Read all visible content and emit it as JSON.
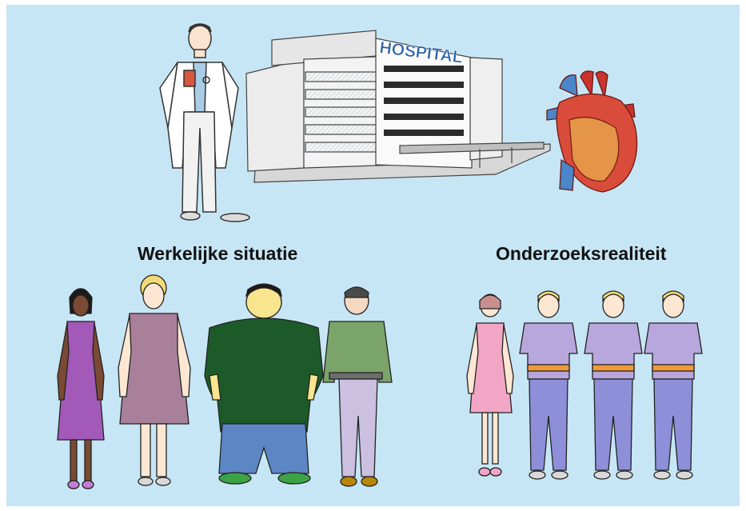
{
  "headings": {
    "left": "Werkelijke situatie",
    "right": "Onderzoeksrealiteit"
  },
  "hospital_sign": "HOSPITAL",
  "colors": {
    "background": "#c7e6f5",
    "sign_blue": "#2a5fa8",
    "heart_red": "#c9342f"
  },
  "icons": [
    "doctor-icon",
    "hospital-building-icon",
    "heart-icon"
  ],
  "groups": {
    "real_world": [
      "woman-dark-skin-purple-dress",
      "woman-blonde-mauve-dress",
      "obese-man-green-shirt",
      "older-man-green-shirt"
    ],
    "study_population": [
      "woman-pink-dress",
      "young-man-1",
      "young-man-2",
      "young-man-3"
    ]
  }
}
